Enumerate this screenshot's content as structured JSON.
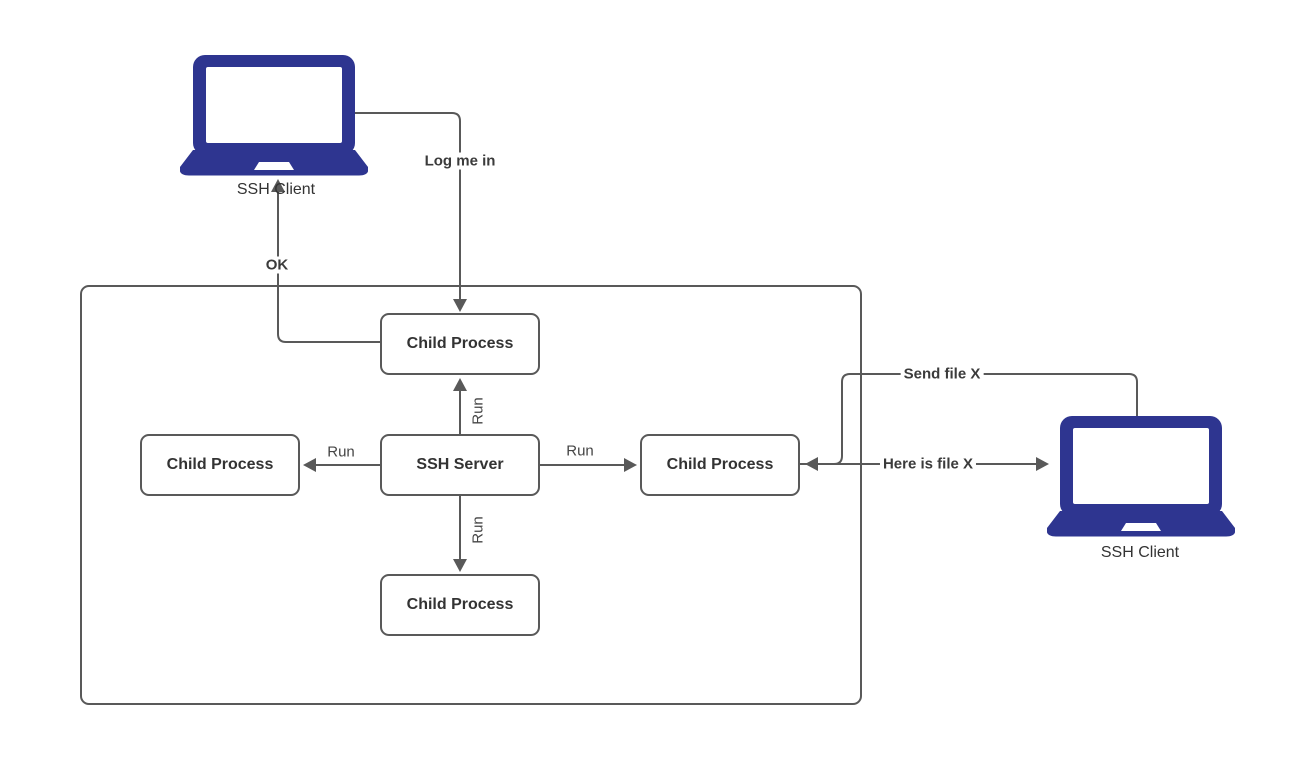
{
  "colors": {
    "background": "#ffffff",
    "line": "#595959",
    "box_border": "#595959",
    "box_text": "#333333",
    "laptop": "#2e3590"
  },
  "icons": {
    "laptop_left": "laptop-icon",
    "laptop_right": "laptop-icon"
  },
  "nodes": {
    "ssh_client_left": {
      "label": "SSH Client"
    },
    "ssh_client_right": {
      "label": "SSH Client"
    },
    "child_top": {
      "label": "Child Process"
    },
    "child_left": {
      "label": "Child Process"
    },
    "ssh_server": {
      "label": "SSH Server"
    },
    "child_right": {
      "label": "Child Process"
    },
    "child_bottom": {
      "label": "Child Process"
    }
  },
  "edges": {
    "log_me_in": {
      "label": "Log me in",
      "from": "ssh_client_left",
      "to": "child_top"
    },
    "ok": {
      "label": "OK",
      "from": "child_top",
      "to": "ssh_client_left"
    },
    "run_up": {
      "label": "Run",
      "from": "ssh_server",
      "to": "child_top"
    },
    "run_left": {
      "label": "Run",
      "from": "ssh_server",
      "to": "child_left"
    },
    "run_right": {
      "label": "Run",
      "from": "ssh_server",
      "to": "child_right"
    },
    "run_down": {
      "label": "Run",
      "from": "ssh_server",
      "to": "child_bottom"
    },
    "send_file": {
      "label": "Send file X",
      "from": "ssh_client_right",
      "to": "child_right"
    },
    "here_is_file": {
      "label": "Here is file X",
      "from": "child_right",
      "to": "ssh_client_right"
    }
  }
}
